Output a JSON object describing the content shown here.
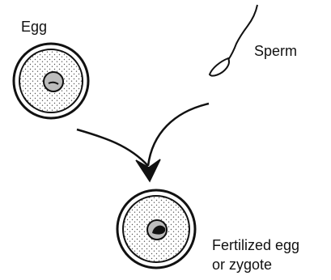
{
  "labels": {
    "egg": "Egg",
    "sperm": "Sperm",
    "fertilized_line1": "Fertilized egg",
    "fertilized_line2": "or zygote"
  },
  "colors": {
    "ink": "#111111",
    "background": "#ffffff",
    "dot": "#555555",
    "nucleus_fill": "#bdbdbd"
  }
}
